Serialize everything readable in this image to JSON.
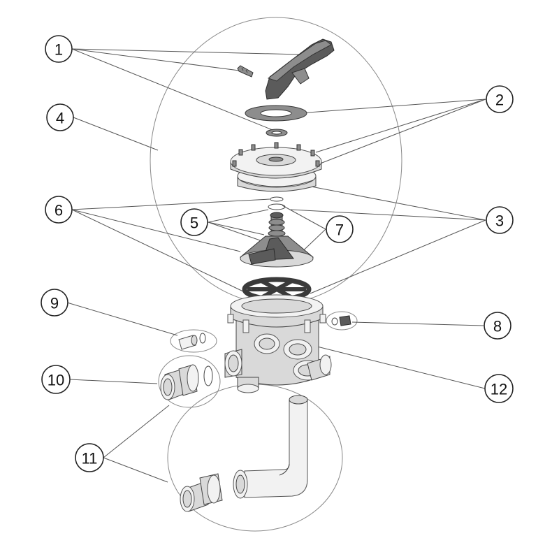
{
  "callouts": [
    {
      "id": "1",
      "label": "1"
    },
    {
      "id": "2",
      "label": "2"
    },
    {
      "id": "3",
      "label": "3"
    },
    {
      "id": "4",
      "label": "4"
    },
    {
      "id": "5",
      "label": "5"
    },
    {
      "id": "6",
      "label": "6"
    },
    {
      "id": "7",
      "label": "7"
    },
    {
      "id": "8",
      "label": "8"
    },
    {
      "id": "9",
      "label": "9"
    },
    {
      "id": "10",
      "label": "10"
    },
    {
      "id": "11",
      "label": "11"
    },
    {
      "id": "12",
      "label": "12"
    }
  ],
  "colors": {
    "outline": "#222222",
    "part_dark": "#5b5b5b",
    "part_light": "#d9d9d9",
    "background": "#ffffff"
  }
}
